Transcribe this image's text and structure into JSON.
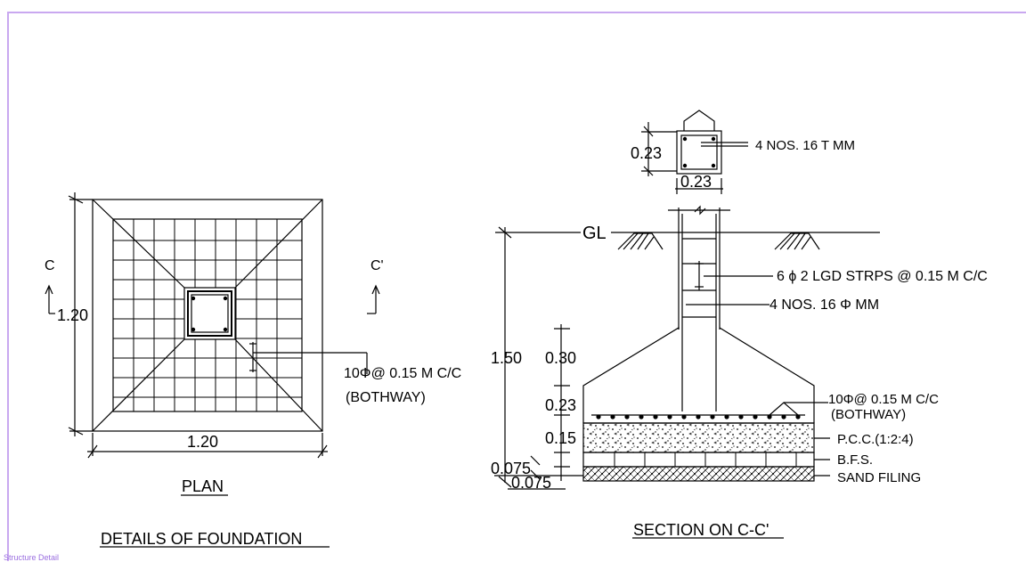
{
  "colors": {
    "frame": "#c9a8f0",
    "footer": "#9b6fe0",
    "ink": "#000000"
  },
  "plan": {
    "heading": "PLAN",
    "section_left": "C",
    "section_right": "C'",
    "dim_vertical": "1.20",
    "dim_horizontal": "1.20",
    "bar_note_1": "10Φ@ 0.15 M C/C",
    "bar_note_2": "(BOTHWAY)"
  },
  "title": "DETAILS OF FOUNDATION",
  "section": {
    "heading": "SECTION ON C-C'",
    "column_size": "0.23",
    "column_width": "0.23",
    "column_bars": "4 NOS. 16  T  MM",
    "ground_level": "GL",
    "stirrups": "6  ϕ 2 LGD STRPS @ 0.15 M C/C",
    "main_bars": "4 NOS. 16  Φ  MM",
    "depth_total": "1.50",
    "dim_taper": "0.30",
    "dim_edge": "0.23",
    "dim_pcc": "0.15",
    "dim_bfs": "0.075",
    "dim_sand": "0.075",
    "footing_bars_1": "10Φ@ 0.15 M C/C",
    "footing_bars_2": "(BOTHWAY)",
    "pcc": "P.C.C.(1:2:4)",
    "bfs": "B.F.S.",
    "sand": "SAND FILING"
  },
  "footer": "Structure Detail"
}
